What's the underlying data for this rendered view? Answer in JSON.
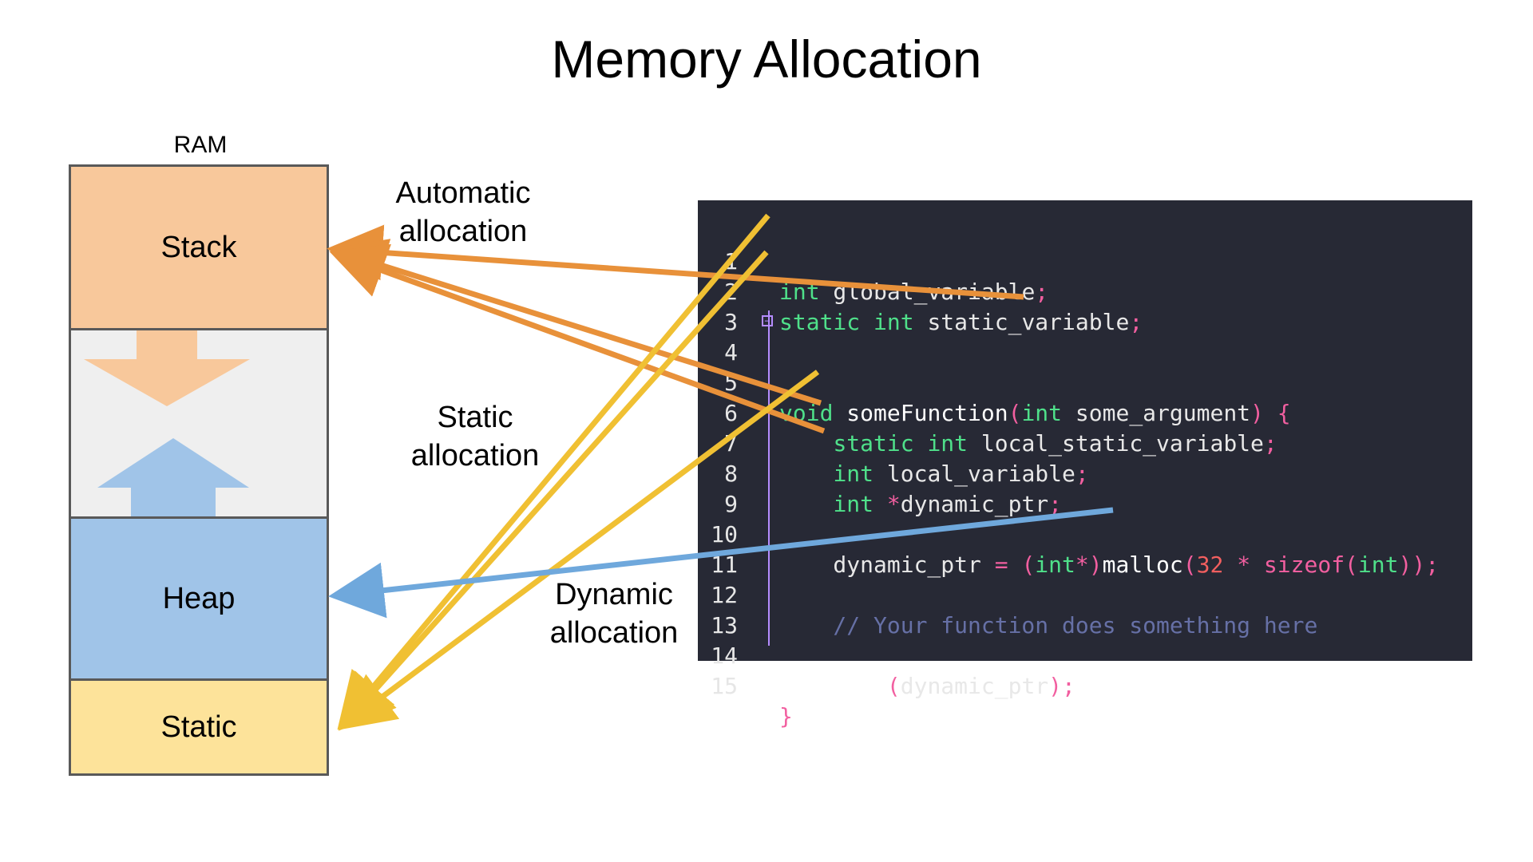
{
  "title": "Memory Allocation",
  "ram": {
    "label": "RAM",
    "segments": {
      "stack": "Stack",
      "heap": "Heap",
      "static": "Static"
    }
  },
  "labels": {
    "automatic": [
      "Automatic",
      "allocation"
    ],
    "static": [
      "Static",
      "allocation"
    ],
    "dynamic": [
      "Dynamic",
      "allocation"
    ]
  },
  "colors": {
    "stack": "#f8c89b",
    "heap": "#a0c4e8",
    "static": "#fde39a",
    "free": "#efefef",
    "automatic_arrow": "#e8913a",
    "static_arrow": "#f0c033",
    "dynamic_arrow": "#6fa8dc",
    "code_background": "#272935"
  },
  "code": {
    "line_numbers": [
      "1",
      "2",
      "3",
      "4",
      "5",
      "6",
      "7",
      "8",
      "9",
      "10",
      "11",
      "12",
      "13",
      "14",
      "15"
    ],
    "lines": [
      "int global_variable;",
      "static int static_variable;",
      "",
      "void someFunction(int some_argument) {",
      "",
      "    static int local_static_variable;",
      "    int local_variable;",
      "    int *dynamic_ptr;",
      "",
      "    dynamic_ptr = (int*)malloc(32 * sizeof(int));",
      "",
      "    // Your function does something here",
      "",
      "    free(dynamic_ptr);",
      "}"
    ]
  }
}
